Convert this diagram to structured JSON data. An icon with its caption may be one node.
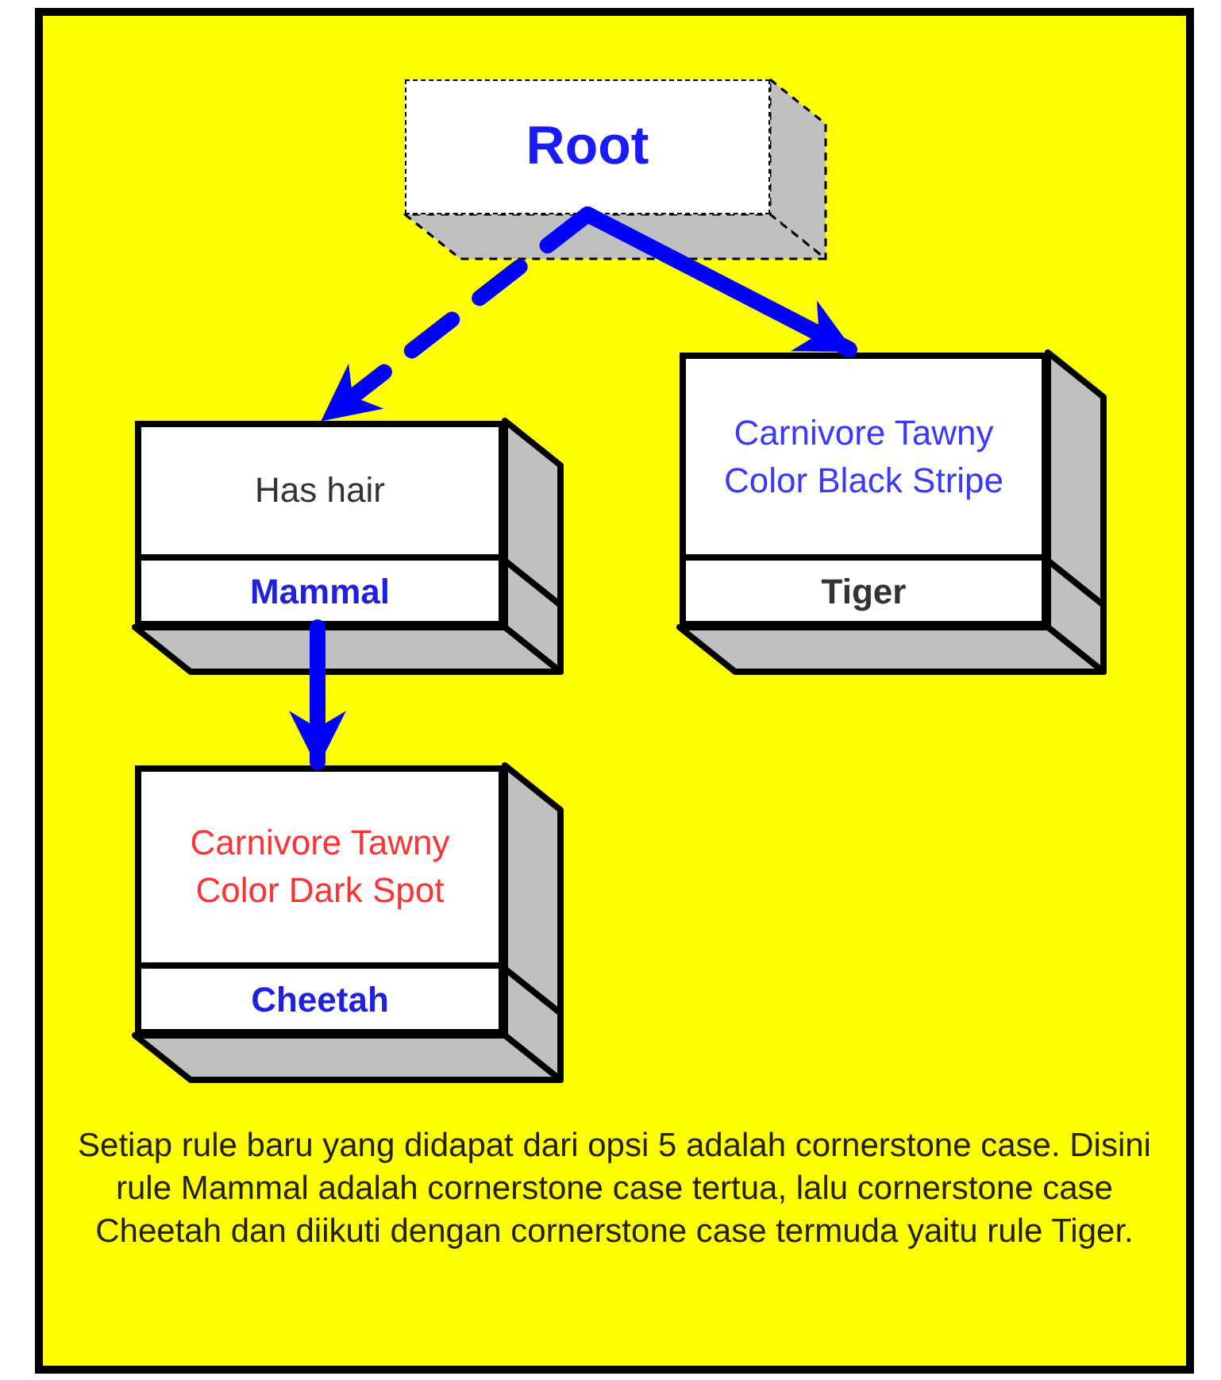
{
  "diagram": {
    "nodes": [
      {
        "text": [
          "Root"
        ]
      },
      {
        "text": [
          "Has hair",
          "Mammal"
        ]
      },
      {
        "text": [
          "Carnivore Tawny Color Black Stripe",
          "Tiger"
        ]
      },
      {
        "text": [
          "Carnivore Tawny Color Dark Spot",
          "Cheetah"
        ]
      }
    ],
    "edges": [
      {
        "from": 0,
        "to": 1,
        "arrow": "to",
        "style": "dashed"
      },
      {
        "from": 0,
        "to": 2,
        "arrow": "to"
      },
      {
        "from": 1,
        "to": 3,
        "arrow": "to"
      }
    ],
    "caption": "Setiap rule baru yang didapat dari opsi 5 adalah cornerstone case. Disini rule Mammal adalah cornerstone case tertua, lalu cornerstone case Cheetah dan diikuti dengan cornerstone case termuda yaitu rule Tiger."
  }
}
